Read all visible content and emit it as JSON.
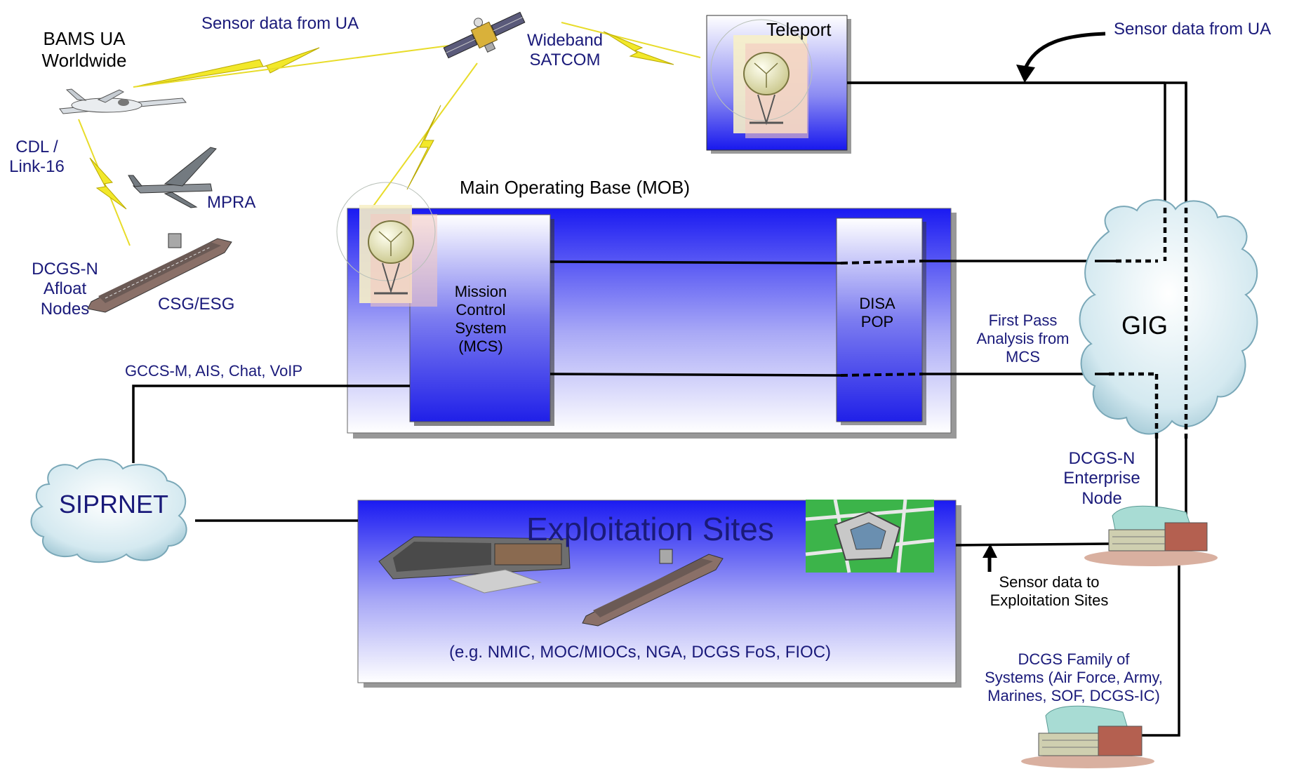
{
  "colors": {
    "box_gradient_top": "#1414f0",
    "box_gradient_bottom": "#ffffff",
    "label_navy": "#1a1a7a",
    "lightning": "#f2e82a",
    "cloud": "#cfe6ee",
    "line": "#000000"
  },
  "nodes": {
    "bams_ua": {
      "line1": "BAMS UA",
      "line2": "Worldwide"
    },
    "sensor_data_ua_left": "Sensor data from UA",
    "sensor_data_ua_right": "Sensor data from UA",
    "wideband_satcom": {
      "line1": "Wideband",
      "line2": "SATCOM"
    },
    "teleport": "Teleport",
    "cdl_link16": {
      "line1": "CDL /",
      "line2": "Link-16"
    },
    "mpra": "MPRA",
    "dcgsn_afloat": {
      "line1": "DCGS-N",
      "line2": "Afloat",
      "line3": "Nodes"
    },
    "csg_esg": "CSG/ESG",
    "mob_title": "Main Operating Base (MOB)",
    "mcs": {
      "line1": "Mission",
      "line2": "Control",
      "line3": "System",
      "line4": "(MCS)"
    },
    "disa_pop": {
      "line1": "DISA",
      "line2": "POP"
    },
    "first_pass": {
      "line1": "First Pass",
      "line2": "Analysis from",
      "line3": "MCS"
    },
    "gig": "GIG",
    "gccs": "GCCS-M, AIS, Chat, VoIP",
    "siprnet": "SIPRNET",
    "exploitation_title": "Exploitation Sites",
    "exploitation_examples": "(e.g. NMIC, MOC/MIOCs, NGA, DCGS FoS, FIOC)",
    "dcgsn_enterprise": {
      "line1": "DCGS-N",
      "line2": "Enterprise",
      "line3": "Node"
    },
    "sensor_to_exploitation": {
      "line1": "Sensor data to",
      "line2": "Exploitation Sites"
    },
    "dcgs_fos": {
      "line1": "DCGS Family of",
      "line2": "Systems (Air Force, Army,",
      "line3": "Marines, SOF, DCGS-IC)"
    }
  }
}
